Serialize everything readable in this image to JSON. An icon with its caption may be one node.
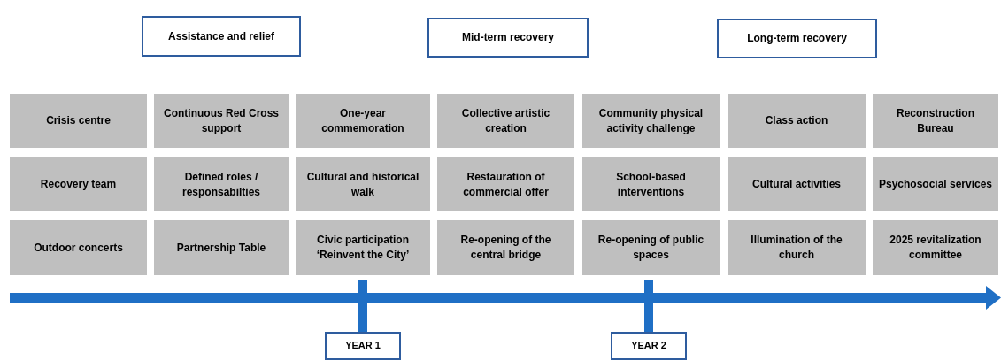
{
  "diagram": {
    "nodes": [
      {
        "text": [
          "Assistance and relief"
        ]
      },
      {
        "text": [
          "Mid-term recovery"
        ]
      },
      {
        "text": [
          "Long-term recovery"
        ]
      },
      {
        "text": [
          "Crisis centre"
        ]
      },
      {
        "text": [
          "Continuous Red Cross support"
        ]
      },
      {
        "text": [
          "One-year commemoration"
        ]
      },
      {
        "text": [
          "Collective artistic creation"
        ]
      },
      {
        "text": [
          "Community physical activity challenge"
        ]
      },
      {
        "text": [
          "Class action"
        ]
      },
      {
        "text": [
          "Reconstruction Bureau"
        ]
      },
      {
        "text": [
          "Recovery team"
        ]
      },
      {
        "text": [
          "Defined roles / responsabilties"
        ]
      },
      {
        "text": [
          "Cultural and historical walk"
        ]
      },
      {
        "text": [
          "Restauration of commercial offer"
        ]
      },
      {
        "text": [
          "School-based interventions"
        ]
      },
      {
        "text": [
          "Cultural activities"
        ]
      },
      {
        "text": [
          "Psychosocial services"
        ]
      },
      {
        "text": [
          "Outdoor concerts"
        ]
      },
      {
        "text": [
          "Partnership Table"
        ]
      },
      {
        "text": [
          "Civic participation ‘Reinvent the City’"
        ]
      },
      {
        "text": [
          "Re-opening of the central bridge"
        ]
      },
      {
        "text": [
          "Re-opening of public spaces"
        ]
      },
      {
        "text": [
          "Illumination of the church"
        ]
      },
      {
        "text": [
          "2025 revitalization committee"
        ]
      },
      {
        "text": [
          "YEAR 1"
        ]
      },
      {
        "text": [
          "YEAR 2"
        ]
      }
    ]
  }
}
